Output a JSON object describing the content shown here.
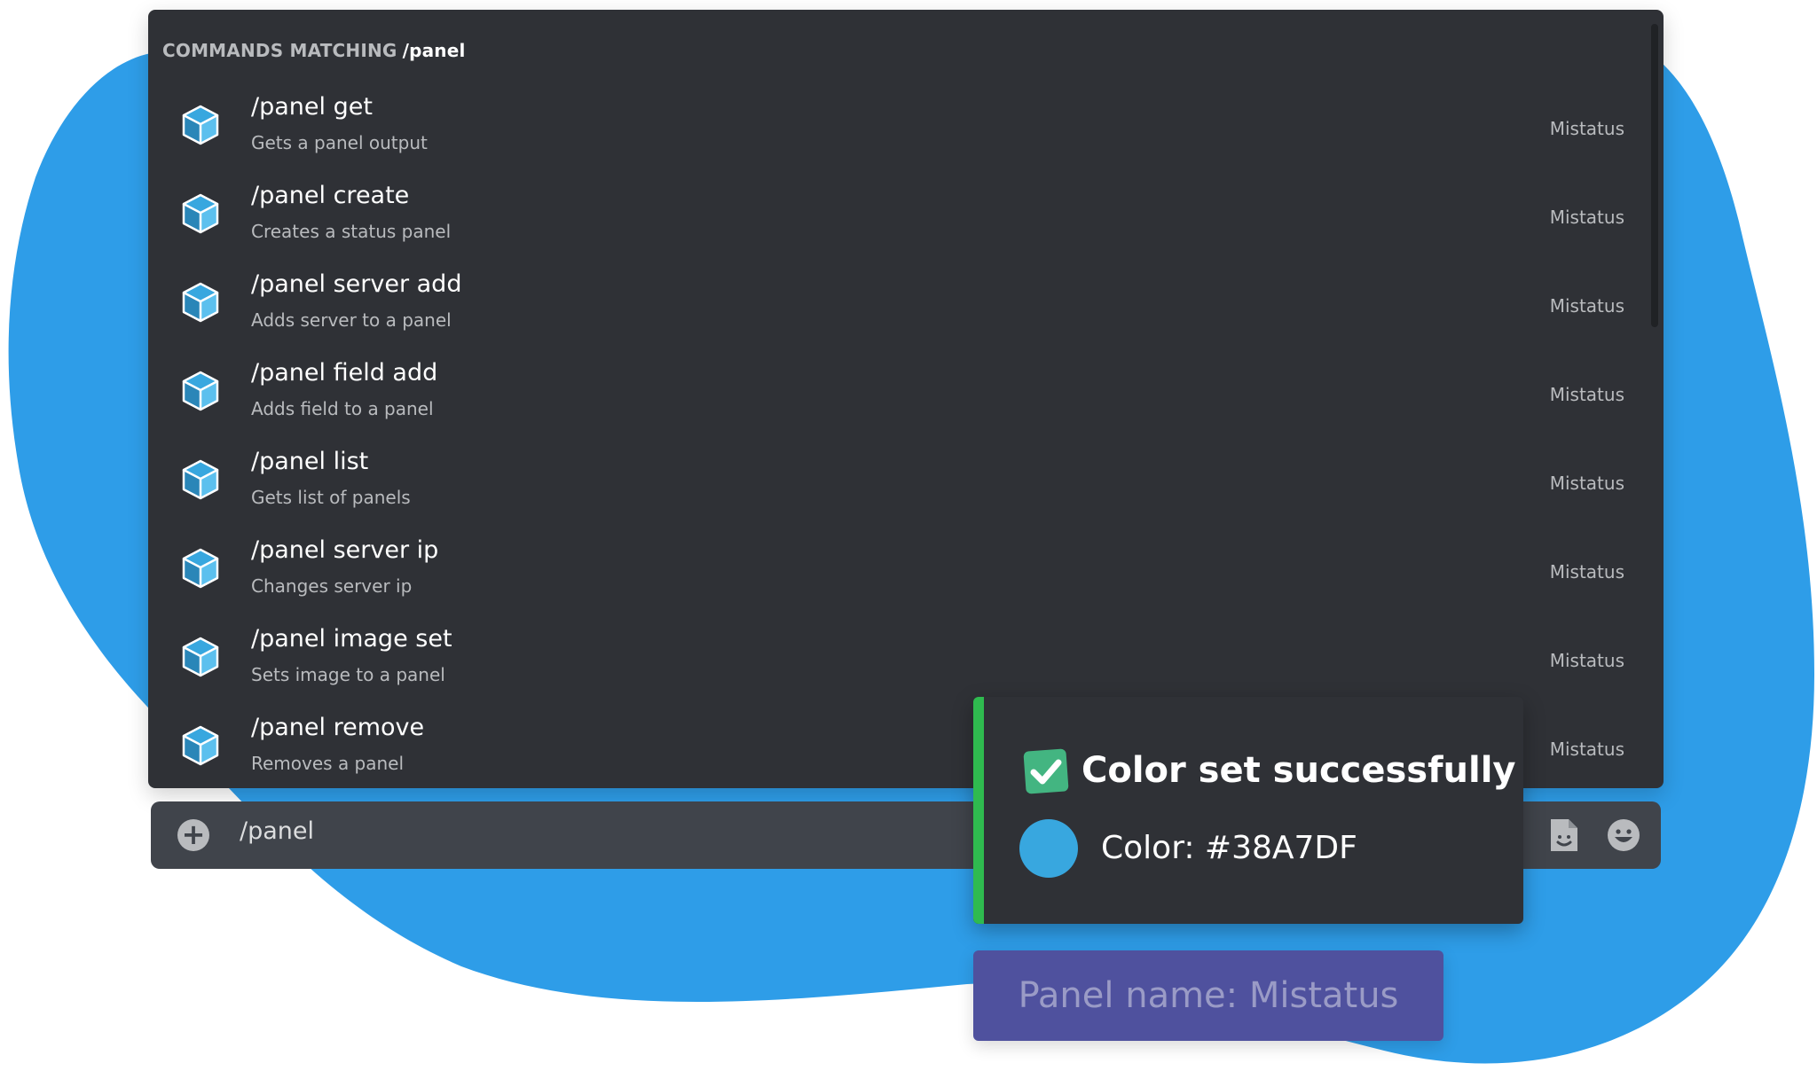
{
  "theme": {
    "blob_color": "#2e9de8",
    "popup_bg": "#2f3136",
    "input_bg": "#40444b",
    "icon_color": "#38a7df",
    "embed_bar_color": "#2fba4f",
    "button_bg": "#4f519e"
  },
  "command_popup": {
    "header_prefix": "COMMANDS MATCHING",
    "header_query": "/panel",
    "commands": [
      {
        "name": "/panel get",
        "description": "Gets a panel output",
        "owner": "Mistatus",
        "icon": "cube-icon"
      },
      {
        "name": "/panel create",
        "description": "Creates a status panel",
        "owner": "Mistatus",
        "icon": "cube-icon"
      },
      {
        "name": "/panel server add",
        "description": "Adds server to a panel",
        "owner": "Mistatus",
        "icon": "cube-icon"
      },
      {
        "name": "/panel field add",
        "description": "Adds field to a panel",
        "owner": "Mistatus",
        "icon": "cube-icon"
      },
      {
        "name": "/panel list",
        "description": "Gets list of panels",
        "owner": "Mistatus",
        "icon": "cube-icon"
      },
      {
        "name": "/panel server ip",
        "description": "Changes server ip",
        "owner": "Mistatus",
        "icon": "cube-icon"
      },
      {
        "name": "/panel image set",
        "description": "Sets image to a panel",
        "owner": "Mistatus",
        "icon": "cube-icon"
      },
      {
        "name": "/panel remove",
        "description": "Removes a panel",
        "owner": "Mistatus",
        "icon": "cube-icon"
      }
    ]
  },
  "chat_input": {
    "value": "/panel",
    "left_icon": "plus-icon",
    "right_icons": [
      "file-icon",
      "emoji-icon"
    ]
  },
  "embed": {
    "icon": "check-icon",
    "title": "Color set successfully",
    "color_swatch": "#38A7DF",
    "field_text": "Color: #38A7DF"
  },
  "panel_button": {
    "label": "Panel name: Mistatus"
  }
}
